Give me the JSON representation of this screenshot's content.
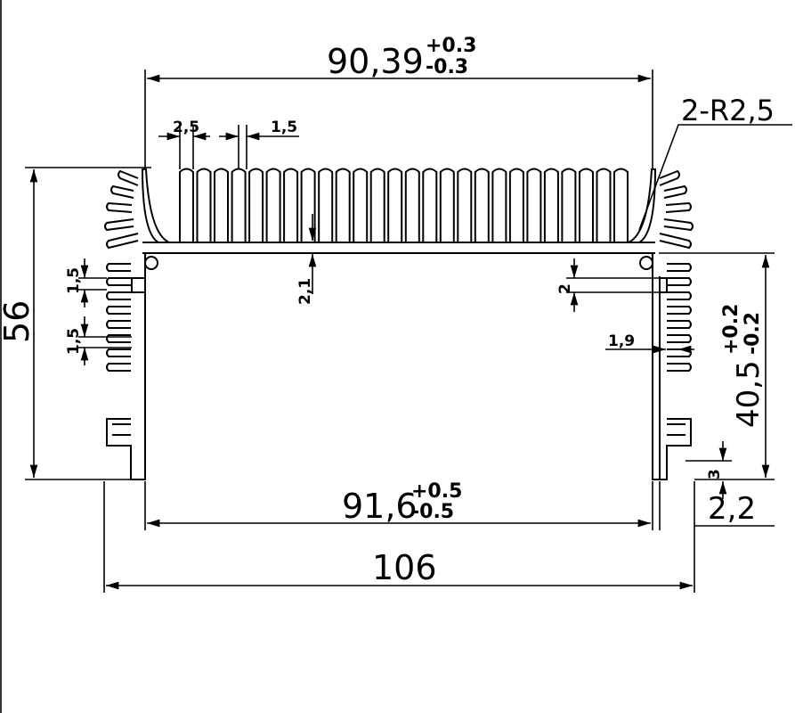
{
  "drawing": {
    "dims": {
      "top_width": "90,39",
      "top_tol_plus": "+0.3",
      "top_tol_minus": "-0.3",
      "corner_radius": "2-R2,5",
      "fin_width": "2,5",
      "fin_gap": "1,5",
      "base_thickness": "2,1",
      "total_height": "56",
      "side_fin_1": "1,5",
      "side_fin_2": "1,5",
      "slot_height": "2",
      "slot_depth": "1,9",
      "inner_height": "40,5",
      "inner_height_tol_plus": "+0.2",
      "inner_height_tol_minus": "-0.2",
      "foot_height": "3",
      "wall_thickness": "2,2",
      "inner_width": "91,6",
      "inner_width_tol_plus": "+0.5",
      "inner_width_tol_minus": "-0.5",
      "overall_width": "106"
    }
  }
}
